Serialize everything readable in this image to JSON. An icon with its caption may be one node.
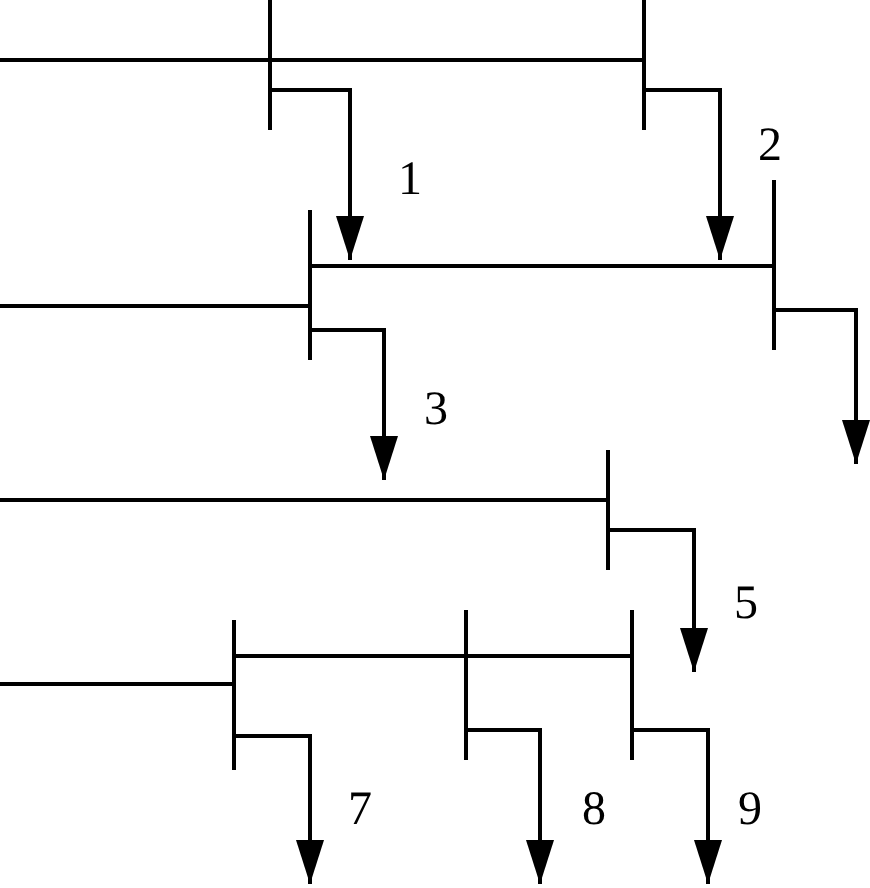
{
  "diagram": {
    "nodes": [
      {
        "text": [],
        "shape": "bar"
      },
      {
        "text": [],
        "shape": "bar"
      },
      {
        "text": [],
        "shape": "bar"
      },
      {
        "text": [],
        "shape": "bar"
      },
      {
        "text": [],
        "shape": "bar"
      },
      {
        "text": [],
        "shape": "bar"
      },
      {
        "text": [],
        "shape": "bar"
      },
      {
        "text": [],
        "shape": "bar"
      }
    ],
    "edges": [
      {
        "from": null,
        "to": 0,
        "arrow": "none"
      },
      {
        "from": 0,
        "to": 1,
        "arrow": "none"
      },
      {
        "from": 0,
        "to": 2,
        "arrow": "to"
      },
      {
        "from": 1,
        "to": 3,
        "arrow": "to"
      },
      {
        "from": null,
        "to": 2,
        "arrow": "none"
      },
      {
        "from": 2,
        "to": 3,
        "arrow": "none"
      },
      {
        "from": 2,
        "to": null,
        "arrow": "to"
      },
      {
        "from": 3,
        "to": null,
        "arrow": "to"
      },
      {
        "from": null,
        "to": 4,
        "arrow": "none"
      },
      {
        "from": 4,
        "to": null,
        "arrow": "to"
      },
      {
        "from": null,
        "to": 5,
        "arrow": "none"
      },
      {
        "from": 5,
        "to": 6,
        "arrow": "none"
      },
      {
        "from": 6,
        "to": 7,
        "arrow": "none"
      },
      {
        "from": 5,
        "to": null,
        "arrow": "to"
      },
      {
        "from": 6,
        "to": null,
        "arrow": "to"
      },
      {
        "from": 7,
        "to": null,
        "arrow": "to"
      }
    ],
    "labels": [
      "1",
      "2",
      "3",
      "5",
      "7",
      "8",
      "9"
    ]
  }
}
